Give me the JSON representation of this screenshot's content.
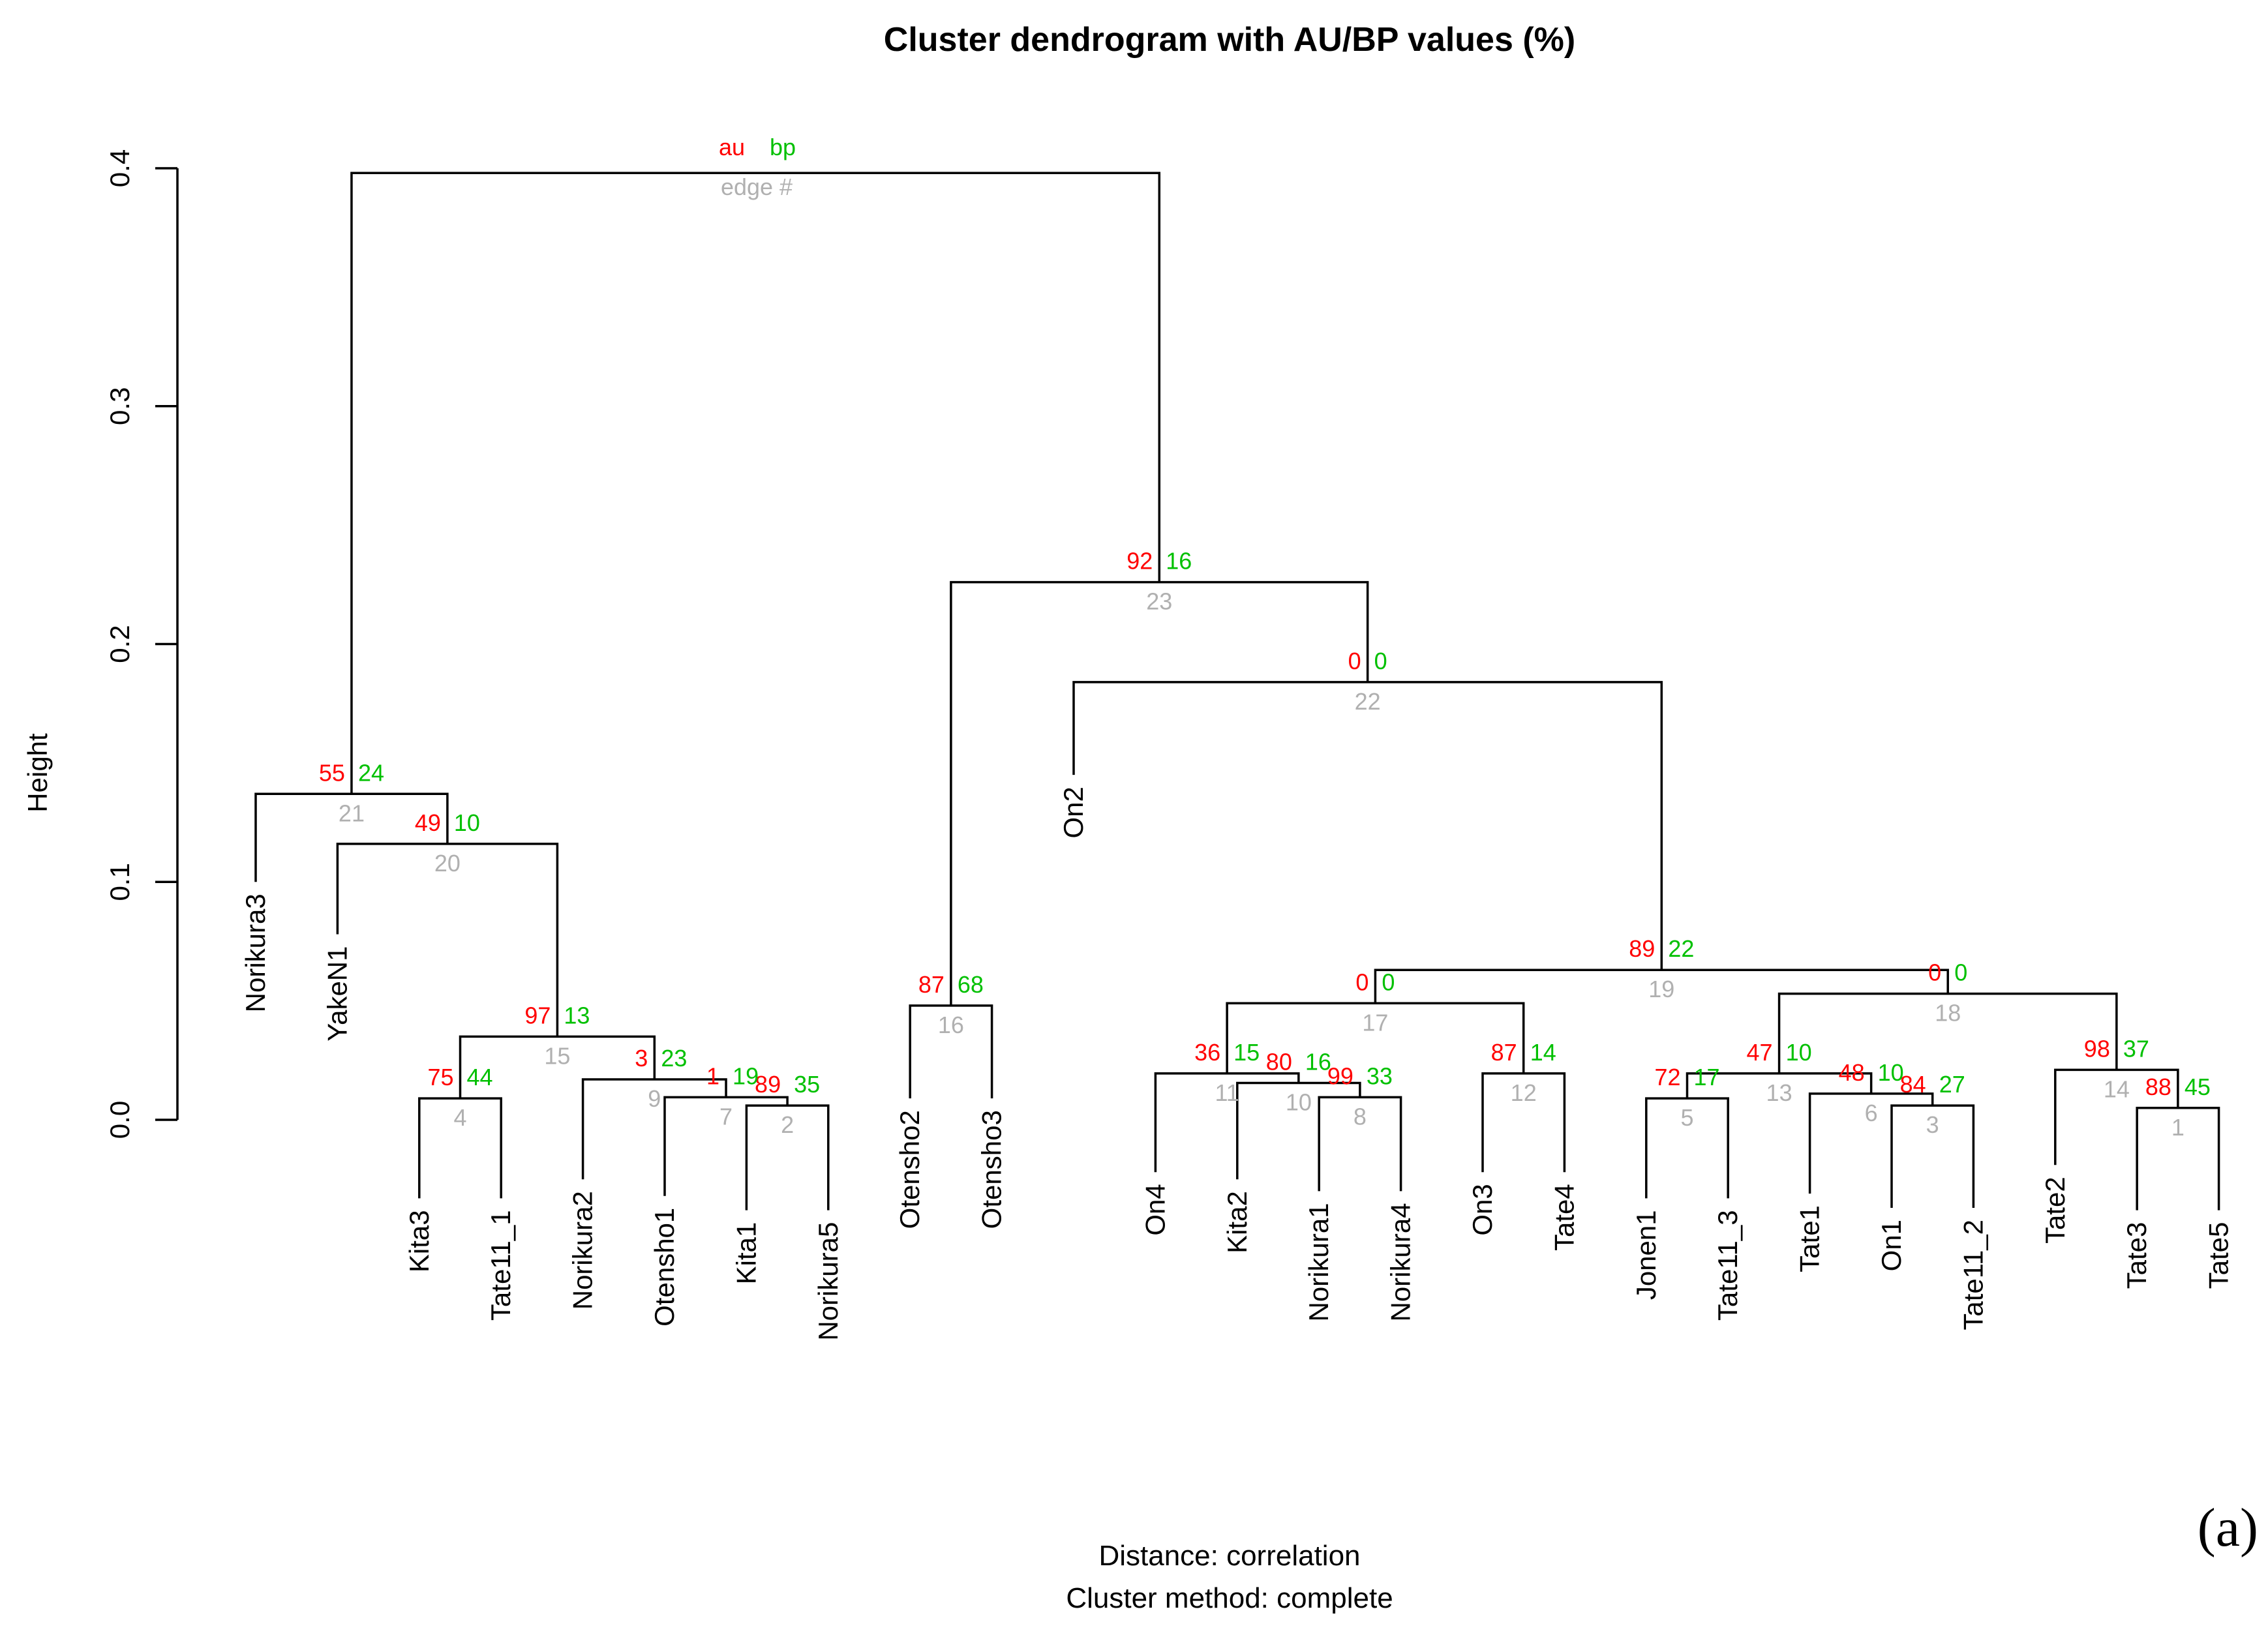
{
  "chart_data": {
    "type": "dendrogram",
    "title": "Cluster dendrogram with AU/BP values (%)",
    "ylabel": "Height",
    "ylim": [
      0,
      0.4
    ],
    "y_ticks": [
      "0.0",
      "0.1",
      "0.2",
      "0.3",
      "0.4"
    ],
    "subtitle_lines": [
      "Distance:  correlation",
      "Cluster method: complete"
    ],
    "panel_label": "(a)",
    "legend_labels": {
      "au": "au",
      "bp": "bp",
      "edge": "edge #"
    },
    "colors": {
      "au": "#ff0000",
      "bp": "#00c000",
      "edge": "#b0b0b0",
      "lines": "#000000"
    },
    "leaves": [
      {
        "name": "Norikura3",
        "x": 1,
        "h": 0.1
      },
      {
        "name": "YakeN1",
        "x": 2,
        "h": 0.078
      },
      {
        "name": "Kita3",
        "x": 3,
        "h": -0.033
      },
      {
        "name": "Tate11_1",
        "x": 4,
        "h": -0.033
      },
      {
        "name": "Norikura2",
        "x": 5,
        "h": -0.025
      },
      {
        "name": "Otensho1",
        "x": 6,
        "h": -0.032
      },
      {
        "name": "Kita1",
        "x": 7,
        "h": -0.038
      },
      {
        "name": "Norikura5",
        "x": 8,
        "h": -0.038
      },
      {
        "name": "Otensho2",
        "x": 9,
        "h": 0.009
      },
      {
        "name": "Otensho3",
        "x": 10,
        "h": 0.009
      },
      {
        "name": "On2",
        "x": 11,
        "h": 0.145
      },
      {
        "name": "On4",
        "x": 12,
        "h": -0.022
      },
      {
        "name": "Kita2",
        "x": 13,
        "h": -0.025
      },
      {
        "name": "Norikura1",
        "x": 14,
        "h": -0.03
      },
      {
        "name": "Norikura4",
        "x": 15,
        "h": -0.03
      },
      {
        "name": "On3",
        "x": 16,
        "h": -0.022
      },
      {
        "name": "Tate4",
        "x": 17,
        "h": -0.022
      },
      {
        "name": "Jonen1",
        "x": 18,
        "h": -0.033
      },
      {
        "name": "Tate11_3",
        "x": 19,
        "h": -0.033
      },
      {
        "name": "Tate1",
        "x": 20,
        "h": -0.031
      },
      {
        "name": "On1",
        "x": 21,
        "h": -0.037
      },
      {
        "name": "Tate11_2",
        "x": 22,
        "h": -0.037
      },
      {
        "name": "Tate2",
        "x": 23,
        "h": -0.019
      },
      {
        "name": "Tate3",
        "x": 24,
        "h": -0.038
      },
      {
        "name": "Tate5",
        "x": 25,
        "h": -0.038
      }
    ],
    "merges": [
      {
        "edge": "1",
        "au": "88",
        "bp": "45",
        "height": 0.005,
        "left": "L24",
        "right": "L25"
      },
      {
        "edge": "2",
        "au": "89",
        "bp": "35",
        "height": 0.006,
        "left": "L7",
        "right": "L8"
      },
      {
        "edge": "3",
        "au": "84",
        "bp": "27",
        "height": 0.006,
        "left": "L21",
        "right": "L22"
      },
      {
        "edge": "4",
        "au": "75",
        "bp": "44",
        "height": 0.009,
        "left": "L3",
        "right": "L4"
      },
      {
        "edge": "5",
        "au": "72",
        "bp": "17",
        "height": 0.009,
        "left": "L18",
        "right": "L19"
      },
      {
        "edge": "6",
        "au": "48",
        "bp": "10",
        "height": 0.011,
        "left": "L20",
        "right": "M3"
      },
      {
        "edge": "7",
        "au": "1",
        "bp": "19",
        "height": 0.0095,
        "left": "L6",
        "right": "M2"
      },
      {
        "edge": "8",
        "au": "99",
        "bp": "33",
        "height": 0.0095,
        "left": "L14",
        "right": "L15"
      },
      {
        "edge": "9",
        "au": "3",
        "bp": "23",
        "height": 0.017,
        "left": "L5",
        "right": "M7"
      },
      {
        "edge": "10",
        "au": "80",
        "bp": "16",
        "height": 0.0155,
        "left": "L13",
        "right": "M8"
      },
      {
        "edge": "11",
        "au": "36",
        "bp": "15",
        "height": 0.0195,
        "left": "L12",
        "right": "M10"
      },
      {
        "edge": "12",
        "au": "87",
        "bp": "14",
        "height": 0.0195,
        "left": "L16",
        "right": "L17"
      },
      {
        "edge": "13",
        "au": "47",
        "bp": "10",
        "height": 0.0195,
        "left": "M5",
        "right": "M6"
      },
      {
        "edge": "14",
        "au": "98",
        "bp": "37",
        "height": 0.021,
        "left": "L23",
        "right": "M1"
      },
      {
        "edge": "15",
        "au": "97",
        "bp": "13",
        "height": 0.035,
        "left": "M4",
        "right": "M9"
      },
      {
        "edge": "16",
        "au": "87",
        "bp": "68",
        "height": 0.048,
        "left": "L9",
        "right": "L10"
      },
      {
        "edge": "17",
        "au": "0",
        "bp": "0",
        "height": 0.049,
        "left": "M11",
        "right": "M12"
      },
      {
        "edge": "18",
        "au": "0",
        "bp": "0",
        "height": 0.053,
        "left": "M13",
        "right": "M14"
      },
      {
        "edge": "19",
        "au": "89",
        "bp": "22",
        "height": 0.063,
        "left": "M17",
        "right": "M18"
      },
      {
        "edge": "20",
        "au": "49",
        "bp": "10",
        "height": 0.116,
        "left": "L2",
        "right": "M15"
      },
      {
        "edge": "21",
        "au": "55",
        "bp": "24",
        "height": 0.137,
        "left": "L1",
        "right": "M20"
      },
      {
        "edge": "22",
        "au": "0",
        "bp": "0",
        "height": 0.184,
        "left": "L11",
        "right": "M19"
      },
      {
        "edge": "23",
        "au": "92",
        "bp": "16",
        "height": 0.226,
        "left": "M16",
        "right": "M22"
      },
      {
        "edge": "",
        "au": "",
        "bp": "",
        "height": 0.398,
        "left": "M21",
        "right": "M23"
      }
    ]
  }
}
